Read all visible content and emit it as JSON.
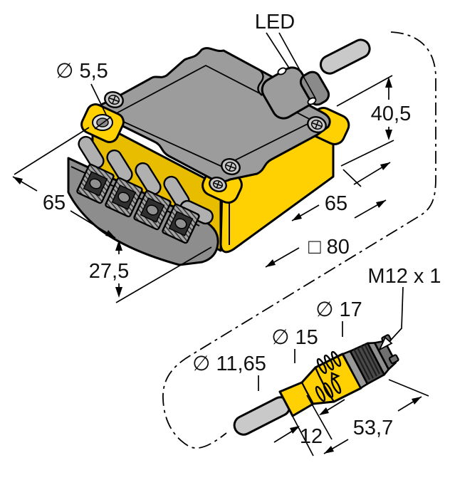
{
  "drawing": {
    "type": "technical-dimension-drawing",
    "subject": "inductive sensor housing with terminal chamber and M12 connector detail",
    "sensor_view": {
      "labels": {
        "led": "LED",
        "mounting_hole_diameter": "∅ 5,5",
        "height": "40,5",
        "side_left": "65",
        "side_right": "65",
        "terminal_block_offset": "27,5",
        "body_square": "□ 80"
      }
    },
    "connector_detail": {
      "labels": {
        "thread": "M12 x 1",
        "coupling_nut_diameter": "∅ 17",
        "boot_diameter": "∅ 15",
        "cable_diameter": "∅ 11,65",
        "boot_length": "12",
        "connector_length": "53,7"
      }
    },
    "colors": {
      "housing_yellow": "#ffd103",
      "cover_grey": "#9c9c9c",
      "cable_grey": "#c9c9c9",
      "knurl_dark_grey": "#4a4a4a",
      "line_black": "#000000",
      "background": "#ffffff"
    }
  }
}
